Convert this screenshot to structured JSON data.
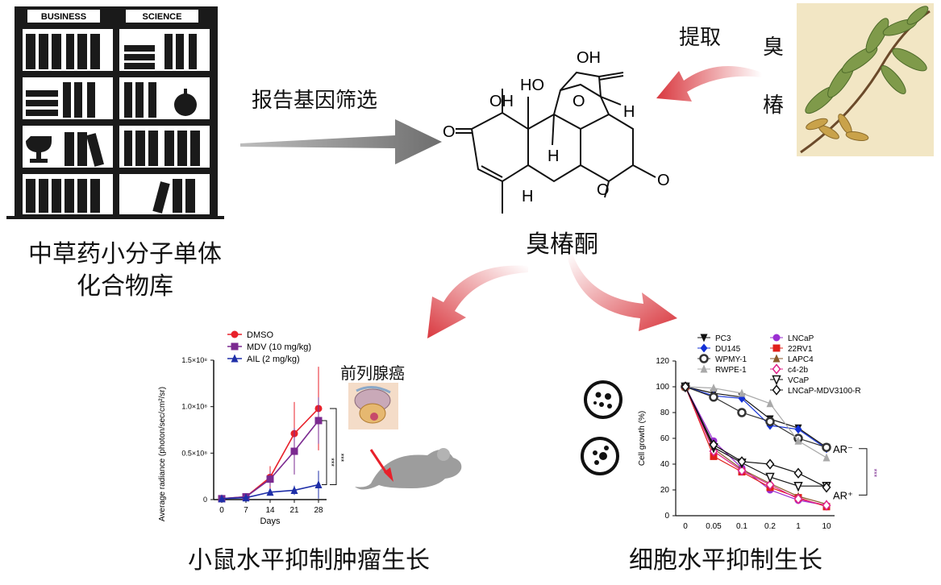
{
  "library": {
    "shelf_labels": [
      "BUSINESS",
      "SCIENCE"
    ],
    "caption_line1": "中草药小分子单体",
    "caption_line2": "化合物库"
  },
  "arrow_screening_label": "报告基因筛选",
  "extraction_label": "提取",
  "plant_name_chars": [
    "臭",
    "椿"
  ],
  "compound": {
    "name": "臭椿酮",
    "atoms": [
      "OH",
      "HO",
      "OH",
      "O",
      "H",
      "O",
      "H",
      "H",
      "O",
      "O"
    ]
  },
  "mouse_panel": {
    "tumor_label": "前列腺癌",
    "caption": "小鼠水平抑制肿瘤生长",
    "significance": [
      "***",
      "***"
    ]
  },
  "cell_panel": {
    "caption": "细胞水平抑制生长",
    "ar_negative": "AR⁻",
    "ar_positive": "AR⁺",
    "significance": "***"
  },
  "chart_data": [
    {
      "type": "line",
      "ylabel": "Average radiance (photon/sec/cm²/sr)",
      "xlabel": "Days",
      "x": [
        0,
        7,
        14,
        21,
        28
      ],
      "x_ticks": [
        "0",
        "7",
        "14",
        "21",
        "28"
      ],
      "y_ticks": [
        "0",
        "0.5×10⁸",
        "1.0×10⁸",
        "1.5×10⁸"
      ],
      "ylim": [
        0,
        150000000.0
      ],
      "legend": "top-left",
      "series": [
        {
          "name": "DMSO",
          "color": "#e8212b",
          "marker": "circle",
          "values": [
            1000000.0,
            3000000.0,
            24000000.0,
            71000000.0,
            98000000.0
          ],
          "errors": [
            1000000.0,
            1000000.0,
            12000000.0,
            34000000.0,
            45000000.0
          ]
        },
        {
          "name": "MDV (10 mg/kg)",
          "color": "#7b2a90",
          "marker": "square",
          "values": [
            1000000.0,
            3000000.0,
            22000000.0,
            52000000.0,
            85000000.0
          ],
          "errors": [
            1000000.0,
            1000000.0,
            8000000.0,
            25000000.0,
            25000000.0
          ]
        },
        {
          "name": "AIL (2 mg/kg)",
          "color": "#1f2fa8",
          "marker": "triangle",
          "values": [
            1000000.0,
            2000000.0,
            8000000.0,
            10000000.0,
            16000000.0
          ],
          "errors": [
            500000.0,
            1000000.0,
            3000000.0,
            5000000.0,
            15000000.0
          ]
        }
      ]
    },
    {
      "type": "line",
      "ylabel": "Cell growth (%)",
      "x_ticks": [
        "0",
        "0.05",
        "0.1",
        "0.2",
        "1",
        "10"
      ],
      "y_ticks": [
        "0",
        "20",
        "40",
        "60",
        "80",
        "100",
        "120"
      ],
      "ylim": [
        0,
        120
      ],
      "legend": "top",
      "series": [
        {
          "name": "PC3",
          "color": "#111111",
          "marker": "tri-down",
          "values": [
            100,
            95,
            92,
            75,
            68,
            53
          ]
        },
        {
          "name": "DU145",
          "color": "#1330d6",
          "marker": "diamond",
          "values": [
            100,
            93,
            91,
            70,
            67,
            52
          ]
        },
        {
          "name": "WPMY-1",
          "color": "#333333",
          "marker": "hexagon",
          "values": [
            100,
            92,
            80,
            73,
            60,
            53
          ]
        },
        {
          "name": "RWPE-1",
          "color": "#a9a9a9",
          "marker": "triangle",
          "values": [
            100,
            99,
            95,
            87,
            58,
            45
          ]
        },
        {
          "name": "LNCaP",
          "color": "#9b2fd2",
          "marker": "circle",
          "values": [
            100,
            58,
            37,
            20,
            12,
            8
          ]
        },
        {
          "name": "22RV1",
          "color": "#e0201b",
          "marker": "square",
          "values": [
            100,
            46,
            34,
            22,
            14,
            7
          ]
        },
        {
          "name": "LAPC4",
          "color": "#8a5a2b",
          "marker": "triangle",
          "values": [
            100,
            52,
            36,
            25,
            15,
            9
          ]
        },
        {
          "name": "c4-2b",
          "color": "#e0208a",
          "marker": "diamond-open",
          "values": [
            100,
            50,
            35,
            24,
            13,
            8
          ]
        },
        {
          "name": "VCaP",
          "color": "#111111",
          "marker": "tri-down-open",
          "values": [
            100,
            53,
            41,
            30,
            23,
            23
          ]
        },
        {
          "name": "LNCaP-MDV3100-R",
          "color": "#111111",
          "marker": "diamond-open",
          "values": [
            100,
            55,
            42,
            40,
            33,
            22
          ]
        }
      ]
    }
  ]
}
